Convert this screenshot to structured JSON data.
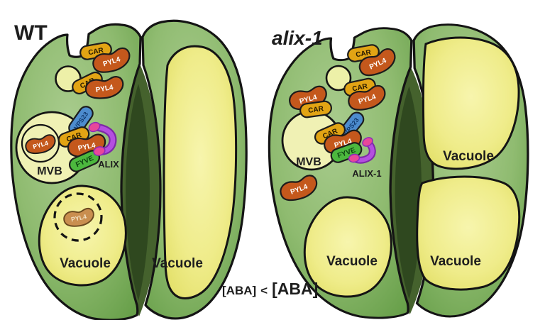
{
  "figure": {
    "wt": {
      "title": "WT",
      "mvb": "MVB",
      "alix": "ALIX",
      "vacuole_left": "Vacuole",
      "vacuole_right": "Vacuole"
    },
    "alix1": {
      "title": "alix-1",
      "mvb": "MVB",
      "alix": "ALIX-1",
      "vacuole_left": "Vacuole",
      "vacuole_right_top": "Vacuole",
      "vacuole_right_bottom": "Vacuole"
    },
    "aba": {
      "low": "[ABA]",
      "op": "<",
      "high": "[ABA]"
    },
    "proteins": {
      "car": "CAR",
      "pyl4": "PYL4",
      "vps23": "VPS23",
      "fyve": "FYVE"
    }
  },
  "colors": {
    "cell_green": "#79ab57",
    "cell_green_light": "#a9cc8e",
    "pore_dark": "#45622d",
    "pore_darker": "#2f481f",
    "vacuole_yellow": "#efec8a",
    "vacuole_light": "#f7f5ad",
    "mvb_fill": "#f0f1b4",
    "vesicle_fill": "#edf0a8",
    "car": "#e2a414",
    "pyl4": "#c4581c",
    "pyl4_faded": "#c98e4f",
    "vps23": "#4d8cce",
    "fyve": "#4cb83e",
    "alix_purple": "#b44fe0",
    "alix_purple_dark": "#7d2aa6",
    "alix_pink": "#e8479a",
    "outline": "#141414",
    "label": "#1e1e1e"
  }
}
